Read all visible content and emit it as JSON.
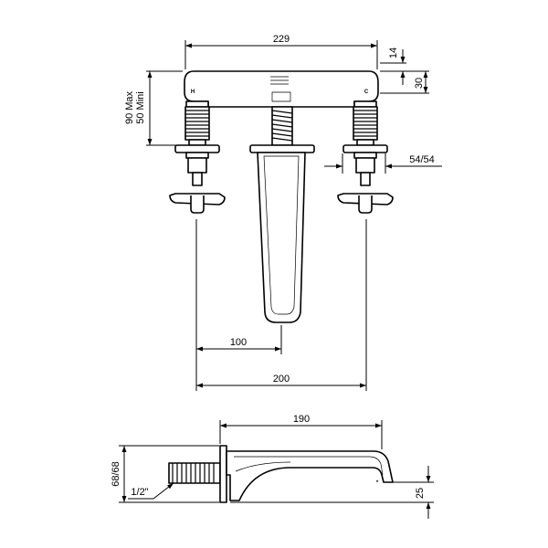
{
  "dimensions": {
    "top_width": "229",
    "top_offset": "14",
    "body_height": "30",
    "stem_range_max": "90 Max",
    "stem_range_min": "50 Mini",
    "flange": "54/54",
    "spout_offset": "100",
    "handle_spacing": "200",
    "spout_length": "190",
    "spout_height": "68/68",
    "thread_size": "1/2\"",
    "spout_outlet_height": "25"
  },
  "valve_labels": {
    "hot": "H",
    "cold": "C"
  },
  "colors": {
    "line": "#000000",
    "background": "#ffffff"
  }
}
